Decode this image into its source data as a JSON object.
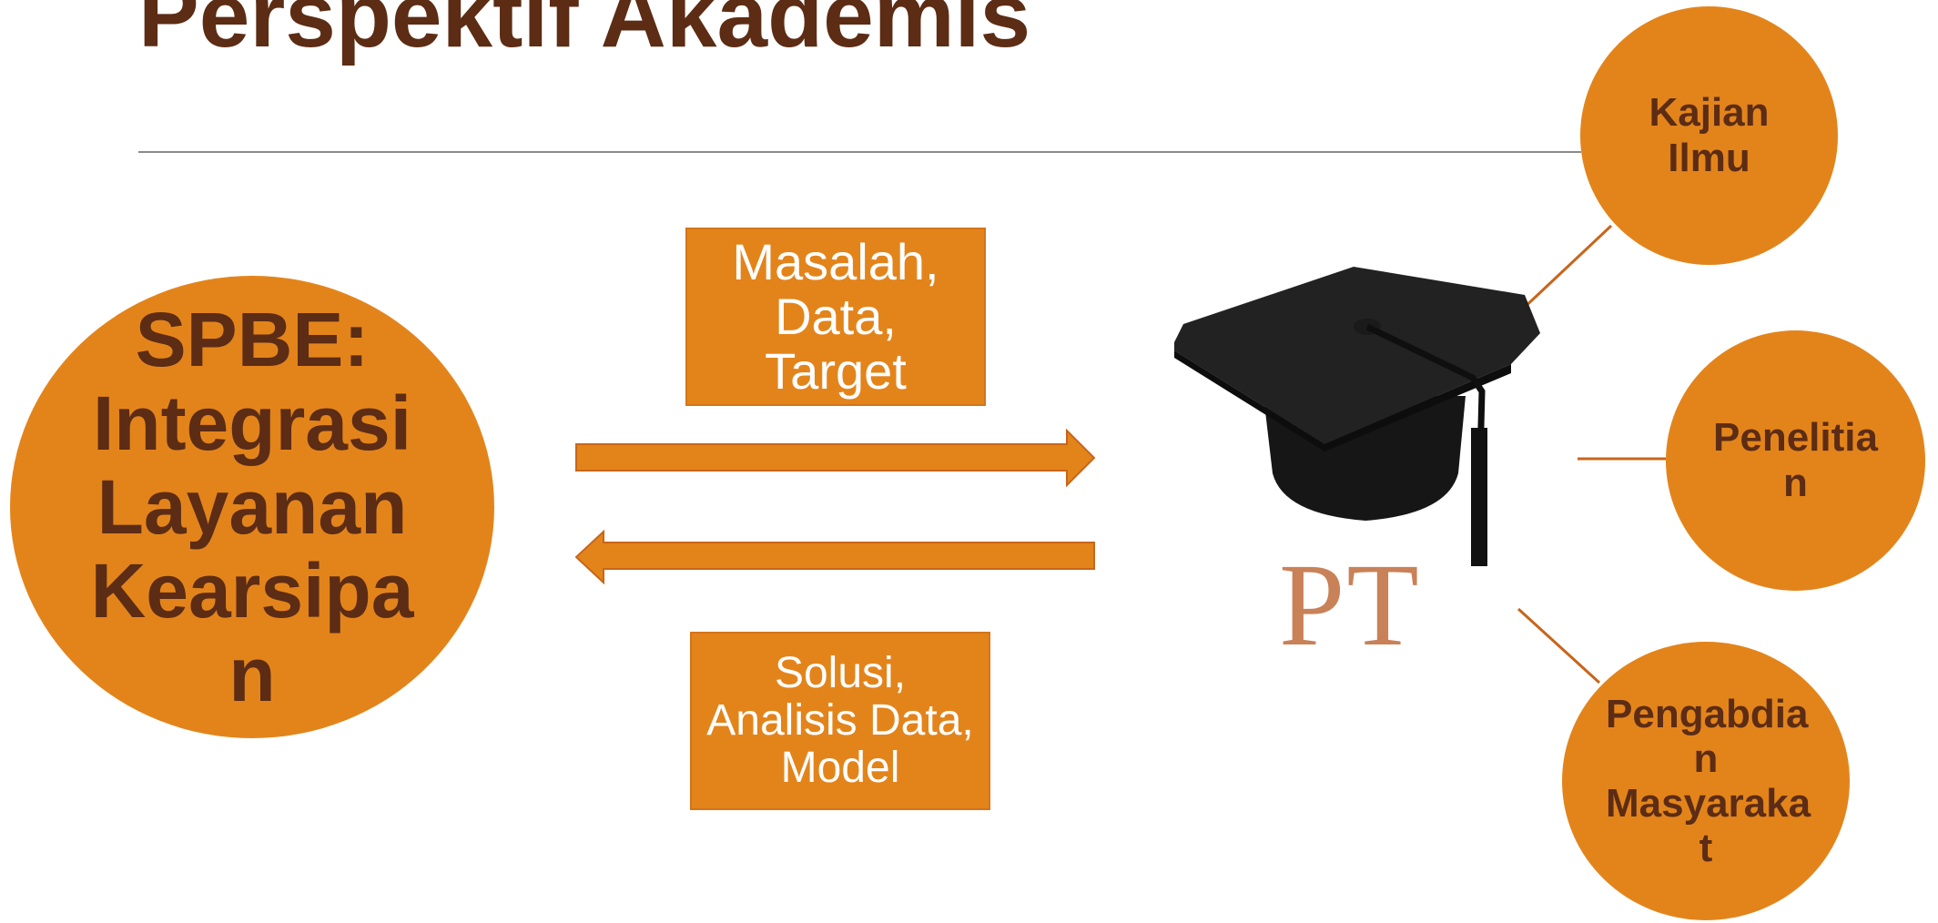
{
  "title": "Perspektif Akademis",
  "main_circle": {
    "text": "SPBE:\nIntegrasi\nLayanan\nKearsipa\nn"
  },
  "box_top": {
    "text": "Masalah,\nData,\nTarget"
  },
  "box_bottom": {
    "text": "Solusi,\nAnalisis Data,\nModel"
  },
  "cap": {
    "icon": "graduation-cap-icon",
    "label": "PT"
  },
  "branches": [
    {
      "text": "Kajian\nIlmu"
    },
    {
      "text": "Penelitia\nn"
    },
    {
      "text": "Pengabdia\nn\nMasyaraka\nt"
    }
  ],
  "colors": {
    "accent": "#e3841b",
    "title": "#5c2c14",
    "pt_label": "#c98158"
  }
}
